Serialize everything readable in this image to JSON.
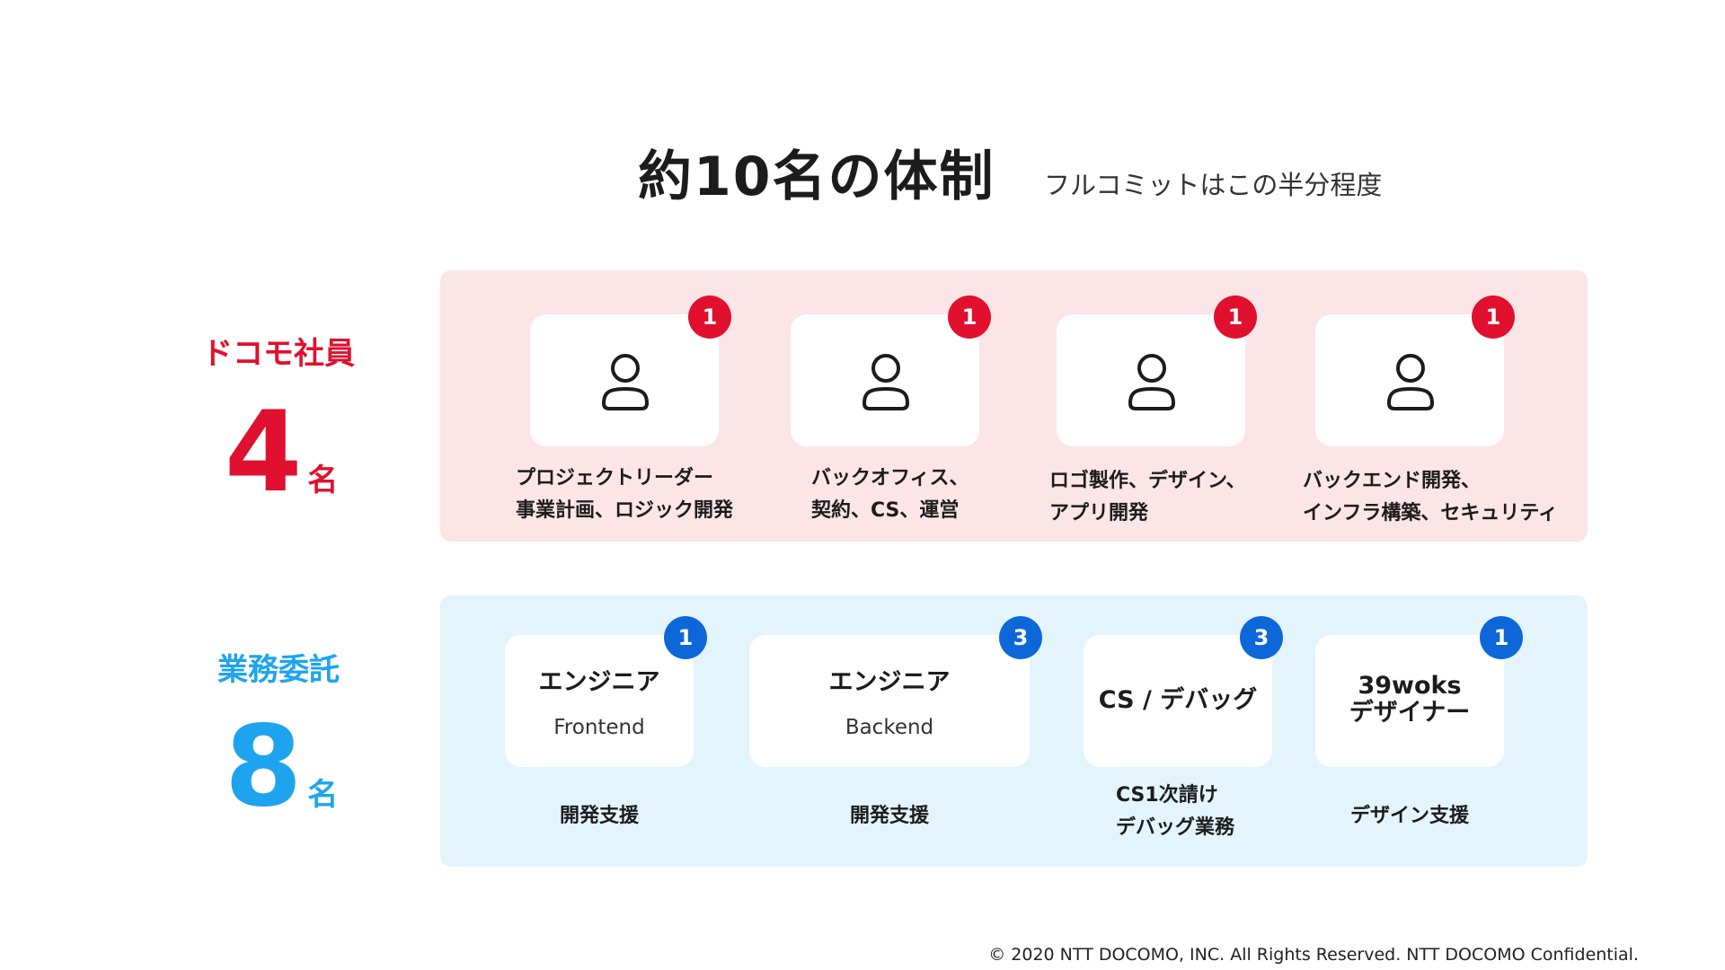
{
  "heading": {
    "title": "約10名の体制",
    "subtitle": "フルコミットはこの半分程度"
  },
  "docomo": {
    "label": "ドコモ社員",
    "count": "4",
    "unit": "名",
    "members": [
      {
        "badge": "1",
        "line1": "プロジェクトリーダー",
        "line2": "事業計画、ロジック開発"
      },
      {
        "badge": "1",
        "line1": "バックオフィス、",
        "line2": "契約、CS、運営"
      },
      {
        "badge": "1",
        "line1": "ロゴ製作、デザイン、",
        "line2": "アプリ開発"
      },
      {
        "badge": "1",
        "line1": "バックエンド開発、",
        "line2": "インフラ構築、セキュリティ"
      }
    ]
  },
  "outsourced": {
    "label": "業務委託",
    "count": "8",
    "unit": "名",
    "roles": [
      {
        "badge": "1",
        "title": "エンジニア",
        "subtitle": "Frontend",
        "support": "開発支援"
      },
      {
        "badge": "3",
        "title": "エンジニア",
        "subtitle": "Backend",
        "support": "開発支援"
      },
      {
        "badge": "3",
        "title": "CS / デバッグ",
        "support_line1": "CS1次請け",
        "support_line2": "デバッグ業務"
      },
      {
        "badge": "1",
        "title_line1": "39woks",
        "title_line2": "デザイナー",
        "support": "デザイン支援"
      }
    ]
  },
  "footer": "© 2020 NTT DOCOMO, INC. All Rights Reserved. NTT DOCOMO Confidential.",
  "colors": {
    "docomo_red": "#e0102e",
    "outsource_blue": "#1ea4ee",
    "badge_blue": "#0d67d8",
    "pink_panel": "#fbe5e7",
    "blue_panel": "#e4f4fd"
  },
  "icons": [
    "person-icon"
  ]
}
